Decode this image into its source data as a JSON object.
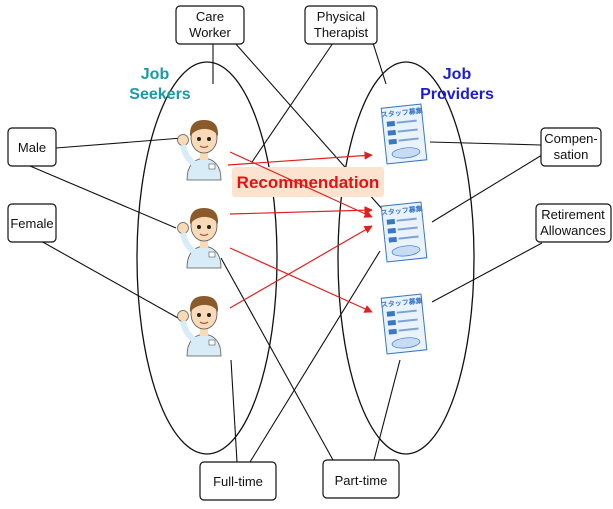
{
  "attributes": {
    "care_worker": [
      "Care",
      "Worker"
    ],
    "physical_therapist": [
      "Physical",
      "Therapist"
    ],
    "male": "Male",
    "female": "Female",
    "compensation": [
      "Compen-",
      "sation"
    ],
    "retirement": [
      "Retirement",
      "Allowances"
    ],
    "full_time": "Full-time",
    "part_time": "Part-time"
  },
  "groups": {
    "job_seekers": [
      "Job",
      "Seekers"
    ],
    "job_providers": [
      "Job",
      "Providers"
    ]
  },
  "center_label": "Recommendation",
  "posting_header": "スタッフ募集",
  "colors": {
    "seekers_title": "#1a9aa6",
    "providers_title": "#1c1cd8",
    "recommendation_text": "#e81010",
    "recommendation_bg": "#fbe3cf",
    "arrow": "#e21f1f",
    "line": "#111111",
    "posting_blue": "#3a78c6",
    "posting_bg": "#eaf2fb",
    "uniform": "#d8ecf7",
    "hair": "#8a5a2b",
    "skin": "#f8d9b8"
  },
  "icons": {
    "seeker": "person-icon",
    "posting": "job-posting-icon"
  }
}
